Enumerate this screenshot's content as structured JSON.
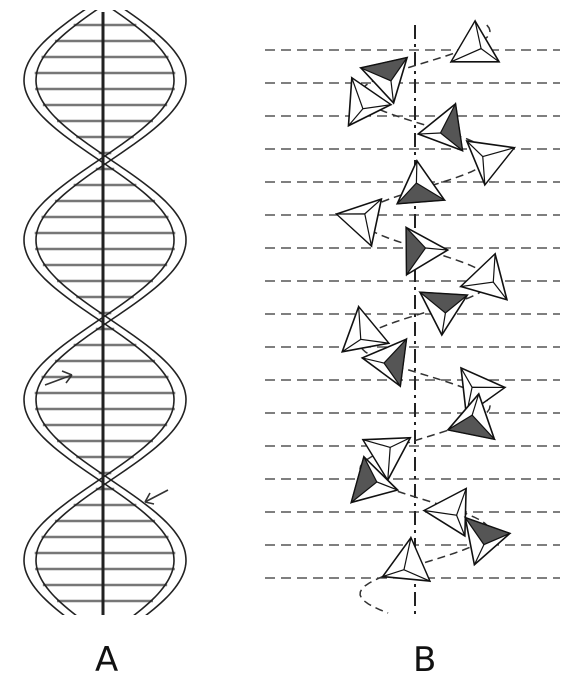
{
  "panels": [
    {
      "label": "A",
      "subject": "double-helix-sketch"
    },
    {
      "label": "B",
      "subject": "tetrahedra-helix-sketch"
    }
  ]
}
